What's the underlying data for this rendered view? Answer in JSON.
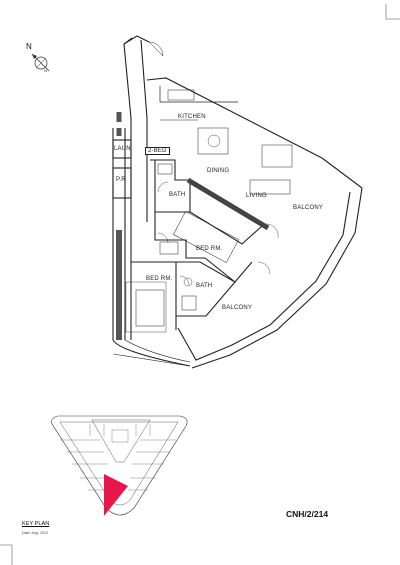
{
  "compass": {
    "north_label": "N",
    "icon": "north-arrow-icon"
  },
  "unit": {
    "type_label": "2-BED",
    "code": "CNH/2/214"
  },
  "rooms": {
    "kitchen": "KITCHEN",
    "laundry": "LAUN",
    "powder_room": "P.R",
    "dining": "DINING",
    "living": "LIVING",
    "bath_1": "BATH",
    "bed_1": "BED RM.",
    "bed_2": "BED RM.",
    "bath_2": "BATH",
    "balcony_1": "BALCONY",
    "balcony_2": "BALCONY"
  },
  "key_plan": {
    "title": "KEY PLAN",
    "date": "Date: Aug. 2023",
    "highlight_color": "#e8174b"
  }
}
